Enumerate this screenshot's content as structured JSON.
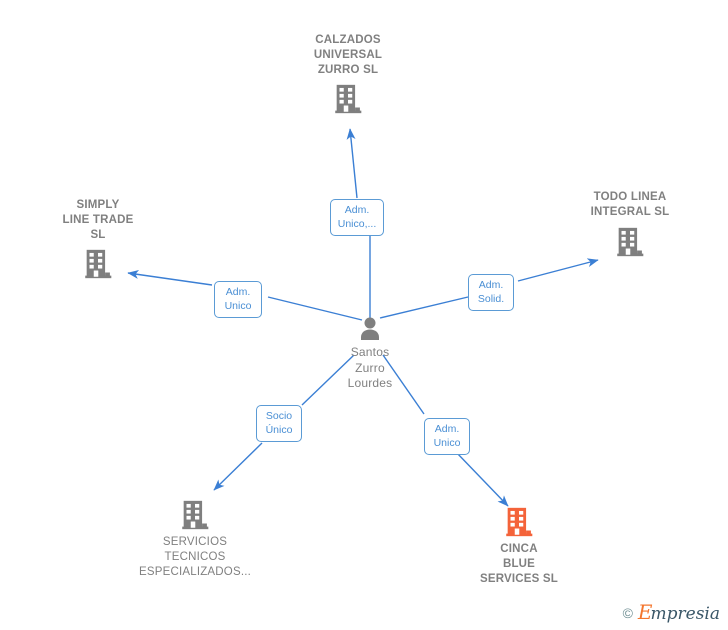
{
  "diagram": {
    "type": "relationship-network",
    "background": "#ffffff",
    "colors": {
      "edge": "#3b7fd4",
      "edge_label_border": "#5b9bd5",
      "edge_label_text": "#4a8fd4",
      "node_gray": "#7f7f7f",
      "node_highlight_orange": "#f4633a",
      "caption_text": "#808080"
    },
    "center": {
      "id": "person-center",
      "icon": "person-icon",
      "label": "Santos\nZurro\nLourdes",
      "kind": "person"
    },
    "nodes": [
      {
        "id": "calzados-universal-zurro",
        "icon": "company-building-icon",
        "label": "CALZADOS\nUNIVERSAL\nZURRO  SL",
        "bold": true,
        "color": "#7f7f7f",
        "label_position": "above"
      },
      {
        "id": "simply-line-trade",
        "icon": "company-building-icon",
        "label": "SIMPLY\nLINE TRADE\nSL",
        "bold": true,
        "color": "#7f7f7f",
        "label_position": "above"
      },
      {
        "id": "todo-linea-integral",
        "icon": "company-building-icon",
        "label": "TODO LINEA\nINTEGRAL SL",
        "bold": true,
        "color": "#7f7f7f",
        "label_position": "above"
      },
      {
        "id": "servicios-tecnicos-especializados",
        "icon": "company-building-icon",
        "label": "SERVICIOS\nTECNICOS\nESPECIALIZADOS...",
        "bold": false,
        "color": "#7f7f7f",
        "label_position": "below"
      },
      {
        "id": "cinca-blue-services",
        "icon": "company-building-icon",
        "label": "CINCA\nBLUE\nSERVICES  SL",
        "bold": true,
        "color": "#f4633a",
        "label_position": "below"
      }
    ],
    "edges": [
      {
        "id": "edge-calzados",
        "from": "person-center",
        "to": "calzados-universal-zurro",
        "label": "Adm.\nUnico,..."
      },
      {
        "id": "edge-simply",
        "from": "person-center",
        "to": "simply-line-trade",
        "label": "Adm.\nUnico"
      },
      {
        "id": "edge-todo-linea",
        "from": "person-center",
        "to": "todo-linea-integral",
        "label": "Adm.\nSolid."
      },
      {
        "id": "edge-servicios",
        "from": "person-center",
        "to": "servicios-tecnicos-especializados",
        "label": "Socio\nÚnico"
      },
      {
        "id": "edge-cinca",
        "from": "person-center",
        "to": "cinca-blue-services",
        "label": "Adm.\nUnico"
      }
    ]
  },
  "watermark": {
    "copyright": "©",
    "brand_first": "E",
    "brand_rest": "mpresia"
  }
}
